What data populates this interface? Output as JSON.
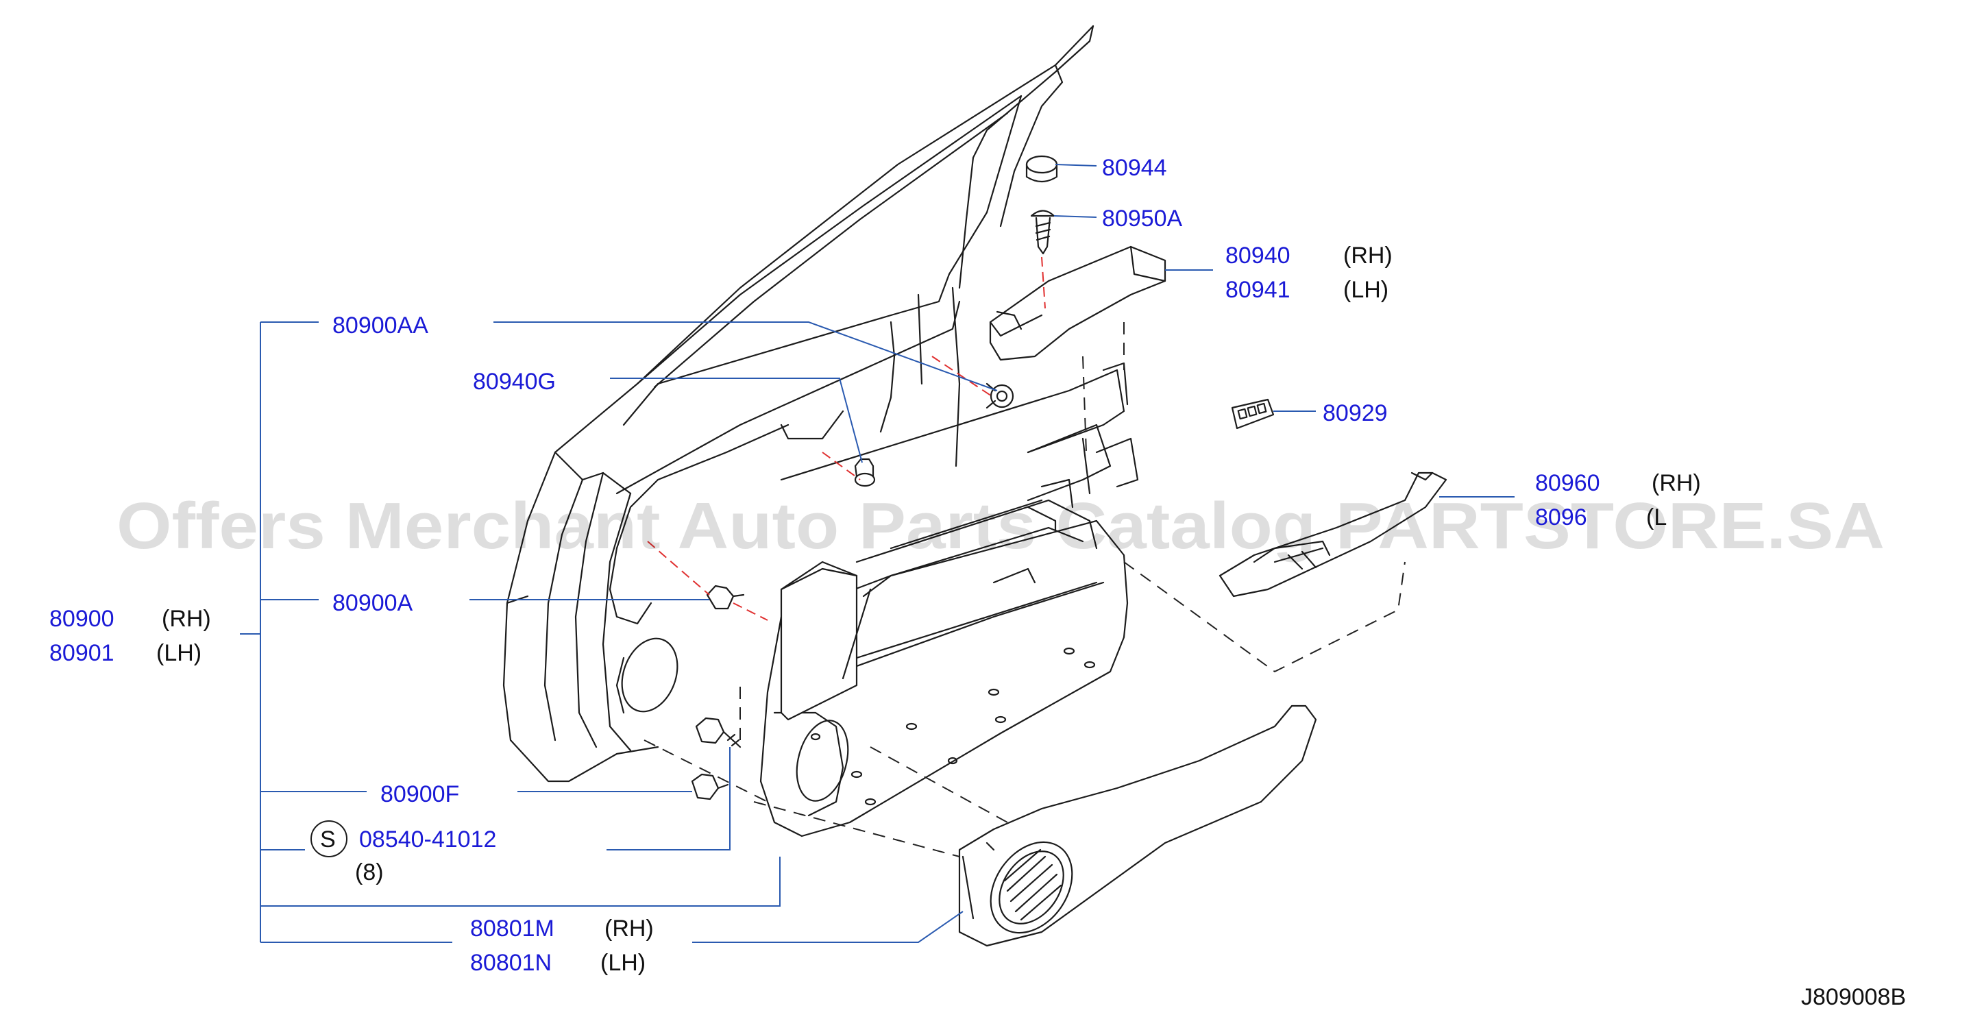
{
  "diagram_code": "J809008B",
  "watermark": "Offers Merchant Auto Parts Catalog PARTSTORE.SA",
  "colors": {
    "part_number": "#1a1ad6",
    "leader_line": "#2a5ab0",
    "drawing": "#1c1c1c",
    "alignment_line": "#e03030"
  },
  "parts": {
    "p80944": {
      "number": "80944"
    },
    "p80950A": {
      "number": "80950A"
    },
    "p80940": {
      "number": "80940",
      "side": "(RH)"
    },
    "p80941": {
      "number": "80941",
      "side": "(LH)"
    },
    "p80900AA": {
      "number": "80900AA"
    },
    "p80940G": {
      "number": "80940G"
    },
    "p80929": {
      "number": "80929"
    },
    "p80960": {
      "number": "80960",
      "side": "(RH)"
    },
    "p80961": {
      "number": "8096",
      "side": "(L"
    },
    "p80900": {
      "number": "80900",
      "side": "(RH)"
    },
    "p80901": {
      "number": "80901",
      "side": "(LH)"
    },
    "p80900A": {
      "number": "80900A"
    },
    "p80900F": {
      "number": "80900F"
    },
    "p08540": {
      "symbol": "S",
      "number": "08540-41012",
      "qty": "(8)"
    },
    "p80801M": {
      "number": "80801M",
      "side": "(RH)"
    },
    "p80801N": {
      "number": "80801N",
      "side": "(LH)"
    }
  }
}
